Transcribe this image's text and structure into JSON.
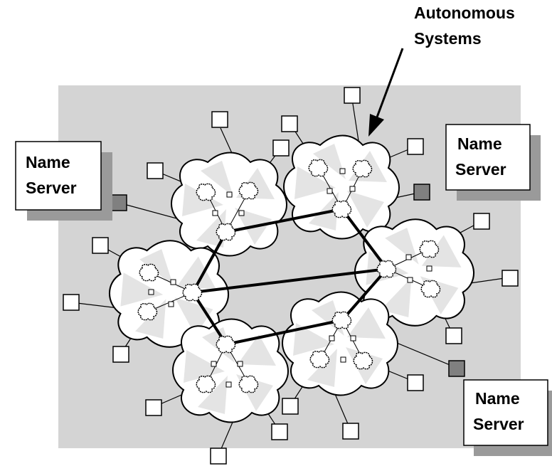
{
  "labels": {
    "autonomous_systems_line1": "Autonomous",
    "autonomous_systems_line2": "Systems",
    "name_server_left_line1": "Name",
    "name_server_left_line2": "Server",
    "name_server_right_line1": "Name",
    "name_server_right_line2": "Server",
    "name_server_bottom_line1": "Name",
    "name_server_bottom_line2": "Server"
  },
  "colors": {
    "background_panel": "#d4d4d4",
    "cloud_fill": "#ffffff",
    "cloud_shade": "#e6e6e6",
    "name_server_node": "#808080",
    "host_node": "#ffffff",
    "link": "#000000",
    "shadow": "#9a9a9a"
  },
  "icons": {
    "autonomous_system": "cloud-cluster-icon",
    "router": "router-blob-icon",
    "host": "host-square-icon",
    "name_server_host": "name-server-square-icon"
  }
}
